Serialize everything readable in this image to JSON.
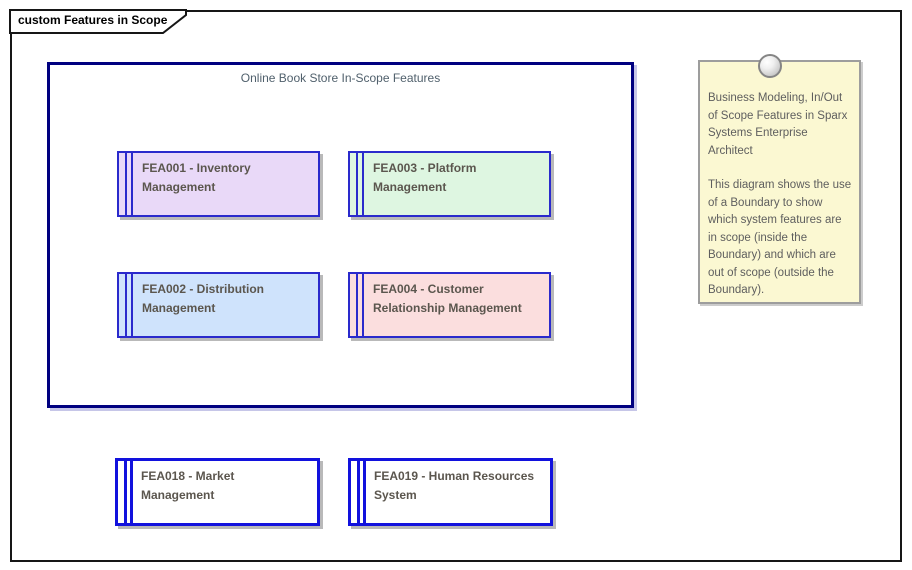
{
  "frame": {
    "label": "custom Features in Scope"
  },
  "boundary": {
    "title": "Online Book Store In-Scope Features",
    "border_color": "#000080"
  },
  "features": {
    "fea001": {
      "label": "FEA001 - Inventory Management",
      "fill": "#e9d9f8",
      "border": "#2a2acc"
    },
    "fea002": {
      "label": "FEA002 - Distribution Management",
      "fill": "#cfe3fc",
      "border": "#2a2acc"
    },
    "fea003": {
      "label": "FEA003 - Platform Management",
      "fill": "#def6e1",
      "border": "#2a2acc"
    },
    "fea004": {
      "label": "FEA004 - Customer Relationship Management",
      "fill": "#fbdede",
      "border": "#2a2acc"
    },
    "fea018": {
      "label": "FEA018 - Market Management",
      "fill": "#ffffff",
      "border": "#1212dd"
    },
    "fea019": {
      "label": "FEA019 - Human Resources System",
      "fill": "#ffffff",
      "border": "#1212dd"
    }
  },
  "note": {
    "fill": "#fbf8d2",
    "paragraph1": "Business Modeling, In/Out of Scope Features in Sparx Systems Enterprise Architect",
    "paragraph2": "This diagram shows the use of a Boundary to show which system features are in scope (inside the Boundary) and which are out of scope (outside the Boundary)."
  }
}
